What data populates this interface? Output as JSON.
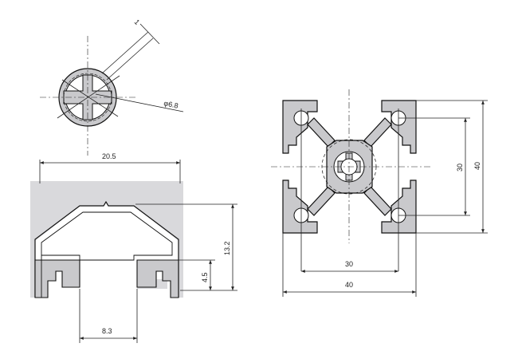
{
  "colors": {
    "profile_fill": "#c9c9cc",
    "shade_fill": "#d9d9dc",
    "line": "#222222"
  },
  "dimensions": {
    "pin_wall": "1",
    "pin_diameter": "φ6.8",
    "slot_width": "20.5",
    "slot_depth": "13.2",
    "lip_height": "4.5",
    "opening_width": "8.3",
    "inner_span_vertical": "30",
    "outer_span_vertical": "40",
    "inner_span_horizontal": "30",
    "outer_span_horizontal": "40"
  }
}
